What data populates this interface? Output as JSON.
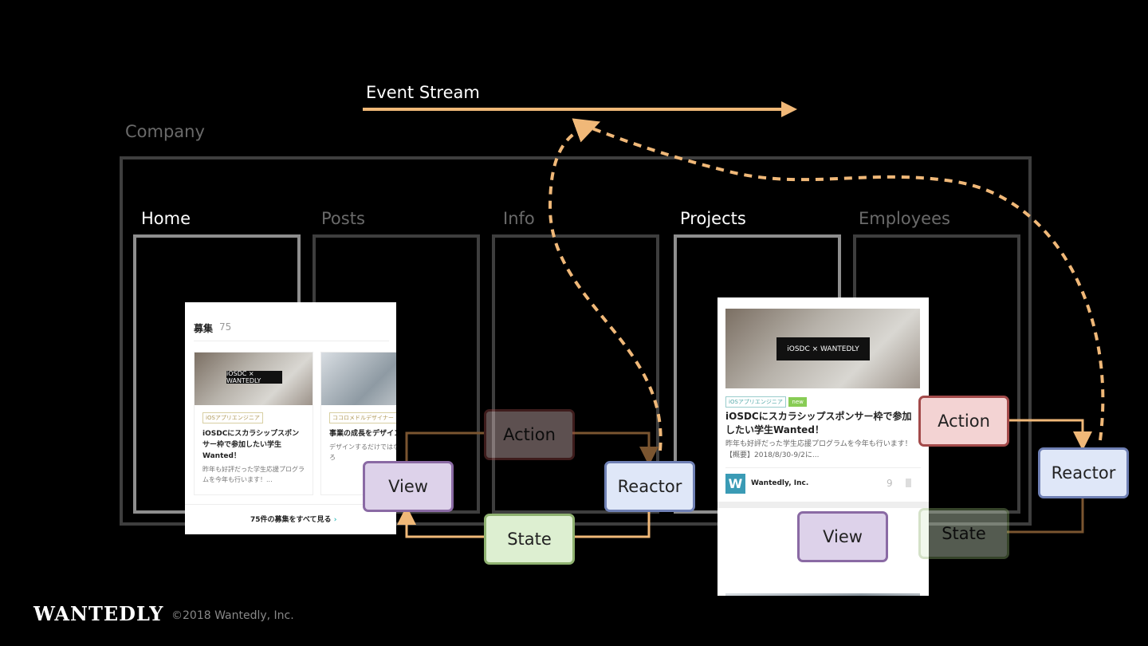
{
  "event_stream": {
    "label": "Event Stream"
  },
  "company": {
    "label": "Company"
  },
  "tabs": [
    {
      "label": "Home",
      "active": true
    },
    {
      "label": "Posts",
      "active": false
    },
    {
      "label": "Info",
      "active": false
    },
    {
      "label": "Projects",
      "active": true
    },
    {
      "label": "Employees",
      "active": false
    }
  ],
  "left_cycle": {
    "view": "View",
    "action": "Action",
    "reactor": "Reactor",
    "state": "State"
  },
  "right_cycle": {
    "view": "View",
    "action": "Action",
    "reactor": "Reactor",
    "state": "State"
  },
  "home_screenshot": {
    "header": "募集",
    "count": "75",
    "cards": [
      {
        "tag": "iOSアプリエンジニア",
        "title": "iOSDCにスカラシップスポンサー枠で参加したい学生Wanted！",
        "desc": "昨年も好評だった学生応援プログラムを今年も行います！..."
      },
      {
        "tag": "ココロメドルデザイナー",
        "title": "事業の成長をデザインでリードしたいデザイナー",
        "desc": "デザインするだけではない深いところ"
      }
    ],
    "banner": "iOSDC × WANTEDLY",
    "see_all": "75件の募集をすべて見る"
  },
  "projects_screenshot": {
    "banner": "iOSDC × WANTEDLY",
    "tag": "iOSアプリエンジニア",
    "badge": "new",
    "title": "iOSDCにスカラシップスポンサー枠で参加したい学生Wanted！",
    "desc": "昨年も好評だった学生応援プログラムを今年も行います！【概要】2018/8/30-9/2に...",
    "company": "Wantedly, Inc.",
    "count": "9"
  },
  "footer": {
    "logo": "WANTEDLY",
    "copyright": "©2018 Wantedly, Inc."
  },
  "colors": {
    "arrow": "#f0b878",
    "view": "#ddd2ea",
    "reactor": "#dfe7f8",
    "action": "#f3d3d3",
    "state": "#ddefd1"
  }
}
